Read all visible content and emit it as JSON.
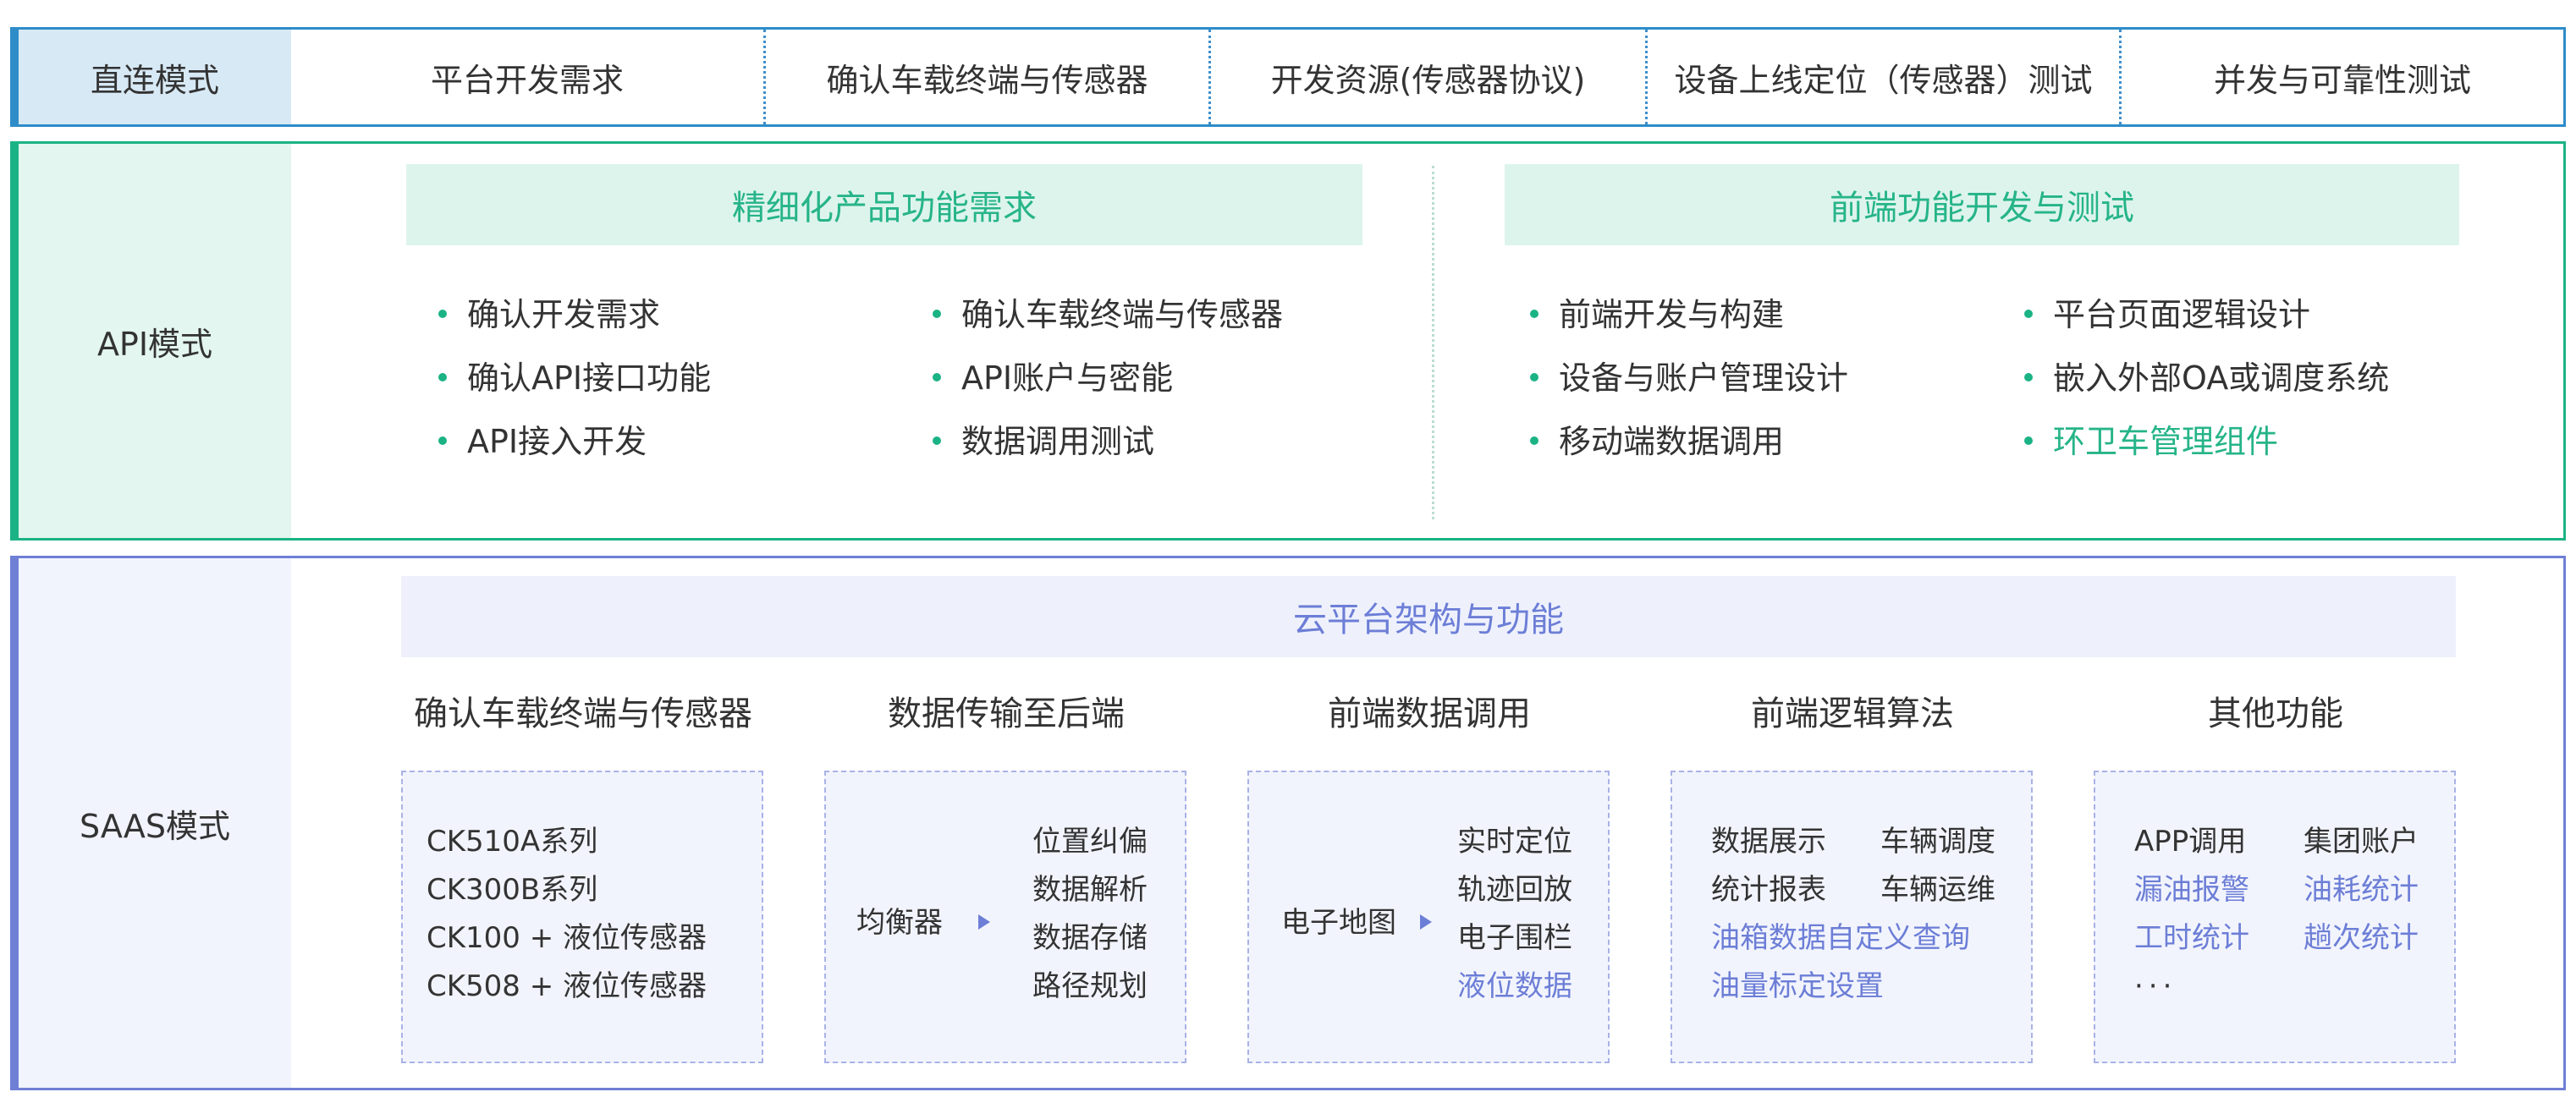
{
  "direct_mode": {
    "label": "直连模式",
    "steps": [
      "平台开发需求",
      "确认车载终端与传感器",
      "开发资源(传感器协议)",
      "设备上线定位（传感器）测试",
      "并发与可靠性测试"
    ]
  },
  "api_mode": {
    "label": "API模式",
    "left": {
      "header": "精细化产品功能需求",
      "col1": [
        "确认开发需求",
        "确认API接口功能",
        "API接入开发"
      ],
      "col2": [
        "确认车载终端与传感器",
        "API账户与密能",
        "数据调用测试"
      ]
    },
    "right": {
      "header": "前端功能开发与测试",
      "col1": [
        "前端开发与构建",
        "设备与账户管理设计",
        "移动端数据调用"
      ],
      "col2": [
        "平台页面逻辑设计",
        "嵌入外部OA或调度系统",
        "环卫车管理组件"
      ]
    }
  },
  "saas_mode": {
    "label": "SAAS模式",
    "header": "云平台架构与功能",
    "columns": [
      {
        "title": "确认车载终端与传感器",
        "lines": [
          "CK510A系列",
          "CK300B系列",
          "CK100 + 液位传感器",
          "CK508 + 液位传感器"
        ]
      },
      {
        "title": "数据传输至后端",
        "source": "均衡器",
        "lines": [
          "位置纠偏",
          "数据解析",
          "数据存储",
          "路径规划"
        ]
      },
      {
        "title": "前端数据调用",
        "source": "电子地图",
        "lines": [
          "实时定位",
          "轨迹回放",
          "电子围栏",
          "液位数据"
        ]
      },
      {
        "title": "前端逻辑算法",
        "rows": [
          [
            "数据展示",
            "车辆调度"
          ],
          [
            "统计报表",
            "车辆运维"
          ]
        ],
        "wide_lines": [
          "油箱数据自定义查询",
          "油量标定设置"
        ]
      },
      {
        "title": "其他功能",
        "rows": [
          [
            "APP调用",
            "集团账户"
          ],
          [
            "漏油报警",
            "油耗统计"
          ],
          [
            "工时统计",
            "趟次统计"
          ]
        ],
        "more": "···"
      }
    ]
  },
  "colors": {
    "direct_accent": "#2e8cc9",
    "api_accent": "#1bb385",
    "saas_accent": "#6f7fd6"
  }
}
